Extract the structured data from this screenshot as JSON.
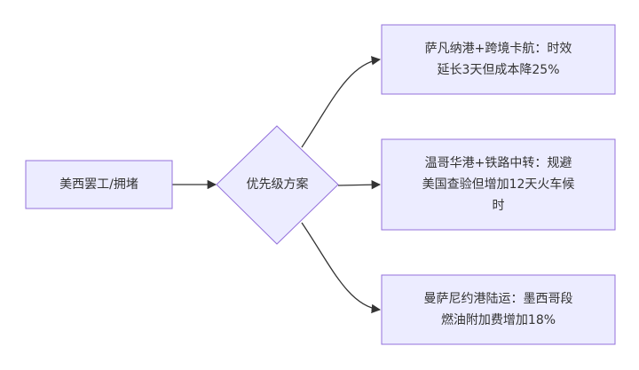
{
  "nodes": {
    "start": {
      "label": "美西罢工/拥堵"
    },
    "decision": {
      "label": "优先级方案"
    },
    "option_savannah": {
      "line1": "萨凡纳港+跨境卡航：时效",
      "line2": "延长3天但成本降25%"
    },
    "option_vancouver": {
      "line1": "温哥华港+铁路中转：规避",
      "line2": "美国查验但增加12天火车候",
      "line3": "时"
    },
    "option_manzanillo": {
      "line1": "曼萨尼约港陆运：墨西哥段",
      "line2": "燃油附加费增加18%"
    }
  },
  "colors": {
    "node_fill": "#ECECFF",
    "node_stroke": "#9370DB",
    "edge": "#333333",
    "text": "#333333"
  }
}
